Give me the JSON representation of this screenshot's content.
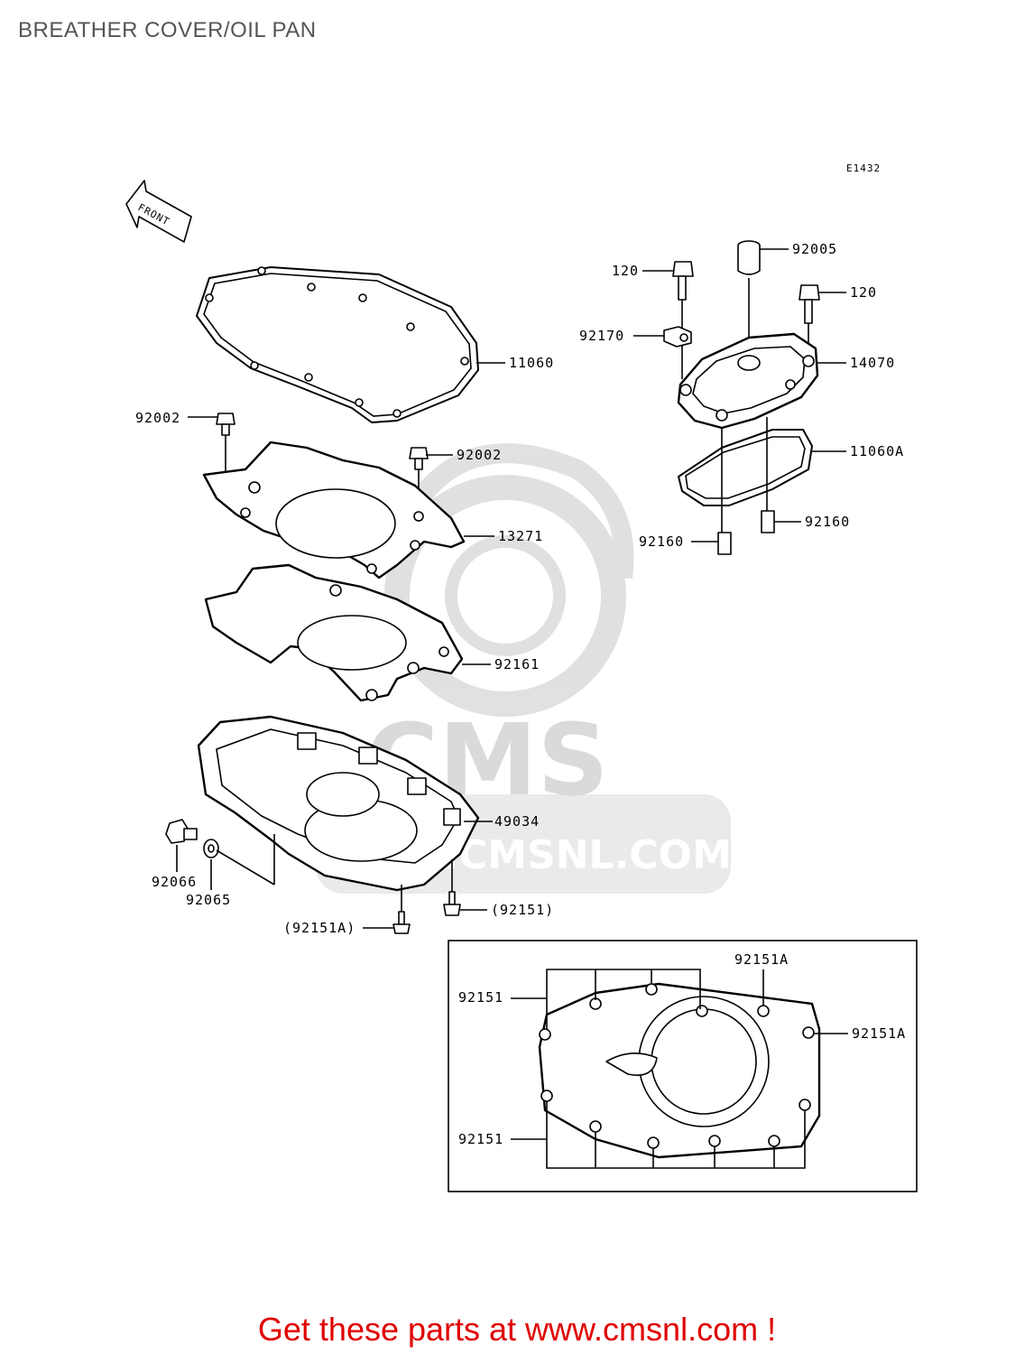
{
  "title": "BREATHER COVER/OIL PAN",
  "diagram_code": "E1432",
  "front_marker": "FRONT",
  "watermark": {
    "logo_text": "CMS",
    "url_text": "WWW.CMSNL.COM"
  },
  "parts": {
    "p11060": "11060",
    "p92002a": "92002",
    "p92002b": "92002",
    "p13271": "13271",
    "p92161": "92161",
    "p49034": "49034",
    "p92066": "92066",
    "p92065": "92065",
    "p92151a_paren": "(92151A)",
    "p92151_paren": "(92151)",
    "p120a": "120",
    "p92005": "92005",
    "p120b": "120",
    "p92170": "92170",
    "p14070": "14070",
    "p11060a": "11060A",
    "p92160a": "92160",
    "p92160b": "92160"
  },
  "detail": {
    "top_92151": "92151",
    "top_92151a": "92151A",
    "right_92151a": "92151A",
    "bottom_92151": "92151"
  },
  "footer": "Get these parts at www.cmsnl.com !"
}
